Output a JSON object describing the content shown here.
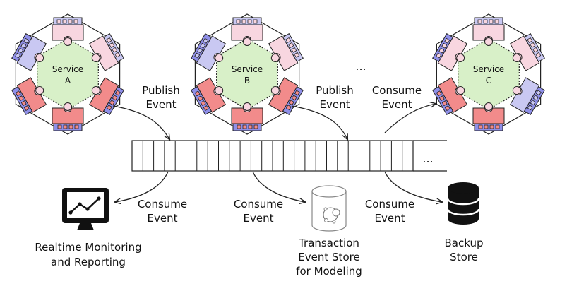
{
  "services": [
    {
      "name_line1": "Service",
      "name_line2": "A"
    },
    {
      "name_line1": "Service",
      "name_line2": "B"
    },
    {
      "name_line1": "Service",
      "name_line2": "C"
    }
  ],
  "ellipsis_services": "...",
  "ellipsis_queue": "...",
  "edges": {
    "publish_a": [
      "Publish",
      "Event"
    ],
    "publish_b": [
      "Publish",
      "Event"
    ],
    "consume_c": [
      "Consume",
      "Event"
    ],
    "consume_monitor": [
      "Consume",
      "Event"
    ],
    "consume_store": [
      "Consume",
      "Event"
    ],
    "consume_backup": [
      "Consume",
      "Event"
    ]
  },
  "sinks": {
    "monitor": [
      "Realtime Monitoring",
      "and Reporting"
    ],
    "event_store": [
      "Transaction",
      "Event Store",
      "for Modeling"
    ],
    "backup": [
      "Backup",
      "Store"
    ]
  },
  "colors": {
    "hex_bg": "#ffffff",
    "core": "#d8f0c8",
    "pink": "#f8d6e0",
    "red": "#f28b8b",
    "lavender": "#c9c8f2",
    "blue": "#8f8fe8",
    "stroke": "#222222"
  }
}
